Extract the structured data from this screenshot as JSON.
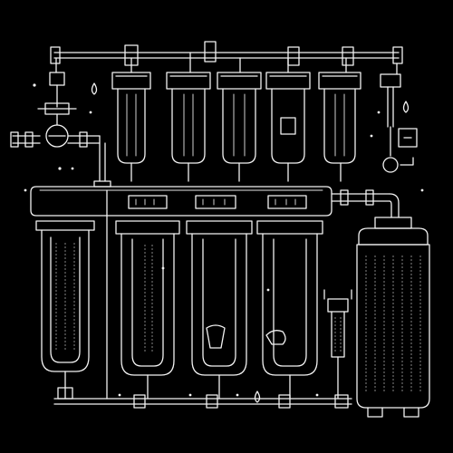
{
  "diagram": {
    "kind": "water-filtration-system-line-drawing",
    "stroke_color": "#f2f2f2",
    "background_color": "#000000",
    "top_filters": 5,
    "bottom_filters": 4,
    "gauges": 3,
    "icons": [
      "valve-icon",
      "pressure-gauge-icon",
      "water-drop-icon",
      "pipe-icon",
      "storage-tank-icon"
    ]
  }
}
